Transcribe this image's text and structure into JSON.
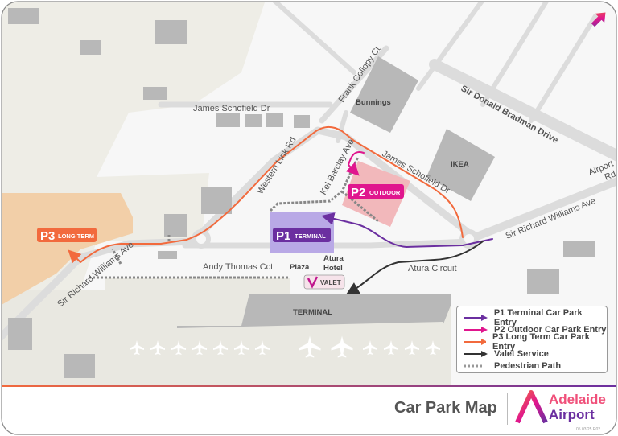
{
  "title": "Car Park Map",
  "brand": {
    "line1": "Adelaide",
    "line2": "Airport",
    "version": "05.03.25 R02"
  },
  "colors": {
    "p1": "#6b2fa0",
    "p2": "#e0168e",
    "p3": "#f26a3d",
    "valet": "#333333",
    "p1_area": "#b9a9e6",
    "p2_area": "#f2b8bb",
    "p3_area": "#f2cfa8"
  },
  "car_parks": {
    "p1": {
      "code": "P1",
      "name": "TERMINAL"
    },
    "p2": {
      "code": "P2",
      "name": "OUTDOOR"
    },
    "p3": {
      "code": "P3",
      "name": "LONG TERM"
    },
    "valet": {
      "name": "VALET",
      "icon": "valet-v-icon"
    }
  },
  "streets": {
    "sir_donald_bradman": "Sir Donald Bradman Drive",
    "airport_rd_1": "Airport",
    "airport_rd_2": "Rd",
    "sir_richard_east": "Sir Richard Williams Ave",
    "sir_richard_west": "Sir Richard Williams Ave",
    "james_schofield_n": "James Schofield Dr",
    "james_schofield_e": "James Schofield Dr",
    "frank_collopy": "Frank Collopy Ct",
    "western_link": "Western Link Rd",
    "kel_barclay": "Kel Barclay Ave",
    "andy_thomas": "Andy Thomas Cct",
    "atura_circuit": "Atura Circuit"
  },
  "places": {
    "bunnings": "Bunnings",
    "ikea": "IKEA",
    "plaza": "Plaza",
    "atura_1": "Atura",
    "atura_2": "Hotel",
    "terminal": "TERMINAL"
  },
  "legend": [
    {
      "label": "P1 Terminal Car Park Entry",
      "color": "#6b2fa0",
      "style": "arrow"
    },
    {
      "label": "P2 Outdoor Car Park Entry",
      "color": "#e0168e",
      "style": "arrow"
    },
    {
      "label": "P3 Long Term Car Park Entry",
      "color": "#f26a3d",
      "style": "arrow"
    },
    {
      "label": "Valet Service",
      "color": "#333333",
      "style": "arrow"
    },
    {
      "label": "Pedestrian Path",
      "color": "#888888",
      "style": "dashed"
    }
  ],
  "north_icon": "north-arrow-icon"
}
